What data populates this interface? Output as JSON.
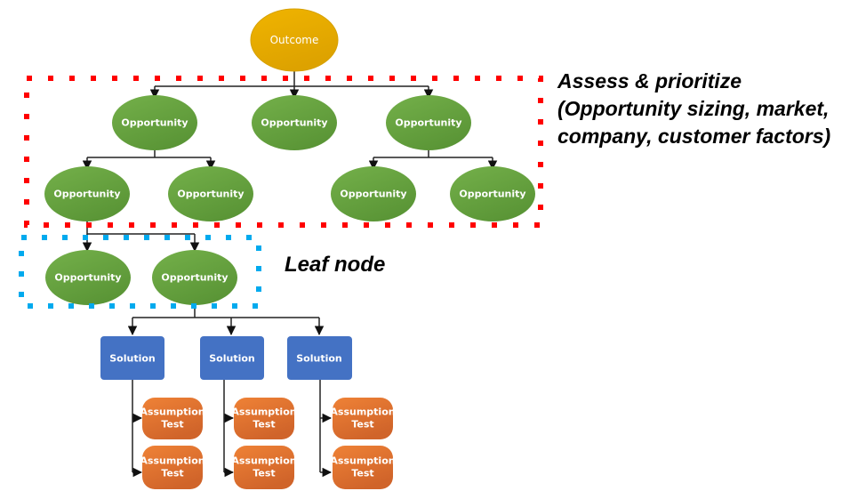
{
  "colors": {
    "outcome": "#E8AB00",
    "outcome_border": "#C99400",
    "opportunity": "#5E9A3A",
    "opportunity_light": "#72AE48",
    "solution": "#4472C4",
    "assumption": "#D9692A",
    "assumption_light": "#EE8034",
    "connector": "#333333",
    "assess_box": "#FF0000",
    "leaf_box": "#00A8E8"
  },
  "nodes": {
    "outcome": {
      "label": "Outcome"
    },
    "opp_l1": [
      {
        "label": "Opportunity"
      },
      {
        "label": "Opportunity"
      },
      {
        "label": "Opportunity"
      }
    ],
    "opp_l2": [
      {
        "label": "Opportunity"
      },
      {
        "label": "Opportunity"
      },
      {
        "label": "Opportunity"
      },
      {
        "label": "Opportunity"
      }
    ],
    "opp_leaf": [
      {
        "label": "Opportunity"
      },
      {
        "label": "Opportunity"
      }
    ],
    "solutions": [
      {
        "label": "Solution"
      },
      {
        "label": "Solution"
      },
      {
        "label": "Solution"
      }
    ],
    "assumptions": [
      {
        "line1": "Assumption",
        "line2": "Test"
      },
      {
        "line1": "Assumption",
        "line2": "Test"
      },
      {
        "line1": "Assumption",
        "line2": "Test"
      },
      {
        "line1": "Assumption",
        "line2": "Test"
      },
      {
        "line1": "Assumption",
        "line2": "Test"
      },
      {
        "line1": "Assumption",
        "line2": "Test"
      }
    ]
  },
  "annotations": {
    "assess": {
      "line1": "Assess & prioritize",
      "line2": "(Opportunity sizing, market,",
      "line3": "company, customer factors)"
    },
    "leaf": "Leaf node"
  }
}
